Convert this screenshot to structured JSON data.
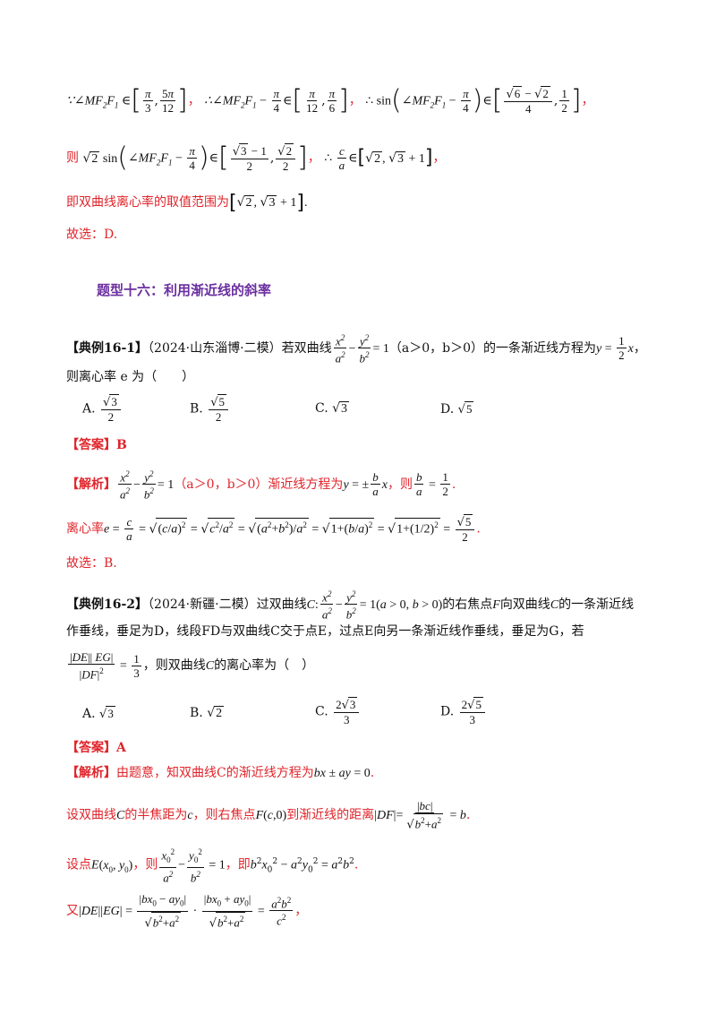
{
  "lines": {
    "l1_text_a": "∵∠MF₂F₁ ∈",
    "l1_b1": "π/3",
    "l1_b2": "5π/12",
    "l1_text_b": "∴∠MF₂F₁ − π/4 ∈",
    "l1_c1": "π/12",
    "l1_c2": "π/6",
    "l1_text_c": "∴ sin(∠MF₂F₁ − π/4) ∈",
    "l1_d1": "(√6 − √2)/4",
    "l1_d2": "1/2",
    "l2_prefix": "则",
    "l2_expr": "√2 sin(∠MF₂F₁ − π/4) ∈ [(√3 − 1)/2, √2/2]",
    "l2_then": "∴ c/a ∈ [√2, √3 + 1]",
    "l3": "即双曲线离心率的取值范围为",
    "l3_range": "[√2, √3 + 1].",
    "l4": "故选：D."
  },
  "heading": "题型十六：利用渐近线的斜率",
  "example1": {
    "label": "【典例16-1】",
    "source": "（2024·山东淄博·二模）若双曲线",
    "eq": "x²/a² − y²/b² = 1",
    "cond": "（a＞0，b＞0）的一条渐近线方程为",
    "asym": "y = ½x",
    "q2": "则离心率 e 为（　　）",
    "options": [
      "A.",
      "B.",
      "C.",
      "D."
    ],
    "opt_values": [
      "√3/2",
      "√5/2",
      "√3",
      "√5"
    ],
    "answer_label": "【答案】B",
    "analysis_label": "【解析】",
    "analysis_1": "（a＞0，b＞0）渐近线方程为",
    "analysis_2": "，则",
    "line2_prefix": "离心率",
    "end": "故选：B."
  },
  "example2": {
    "label": "【典例16-2】",
    "source": "（2024·新疆·二模）过双曲线",
    "q_a": "的右焦点",
    "q_b": "向双曲线",
    "q_c": "的一条渐近线",
    "q2": "作垂线，垂足为D，线段FD与双曲线C交于点E，过点E向另一条渐近线作垂线，垂足为G，若",
    "q3": "，则双曲线",
    "q3b": "的离心率为（　）",
    "answer_label": "【答案】A",
    "analysis_label": "【解析】",
    "a1": "由题意，知双曲线C的渐近线方程为",
    "a1_eq": "bx ± ay = 0",
    "a2_a": "设双曲线",
    "a2_b": "的半焦距为",
    "a2_c": "，则右焦点",
    "a2_d": "到渐近线的距离",
    "a3_a": "设点",
    "a3_b": "，则",
    "a3_c": "，即",
    "a4_a": "又"
  }
}
